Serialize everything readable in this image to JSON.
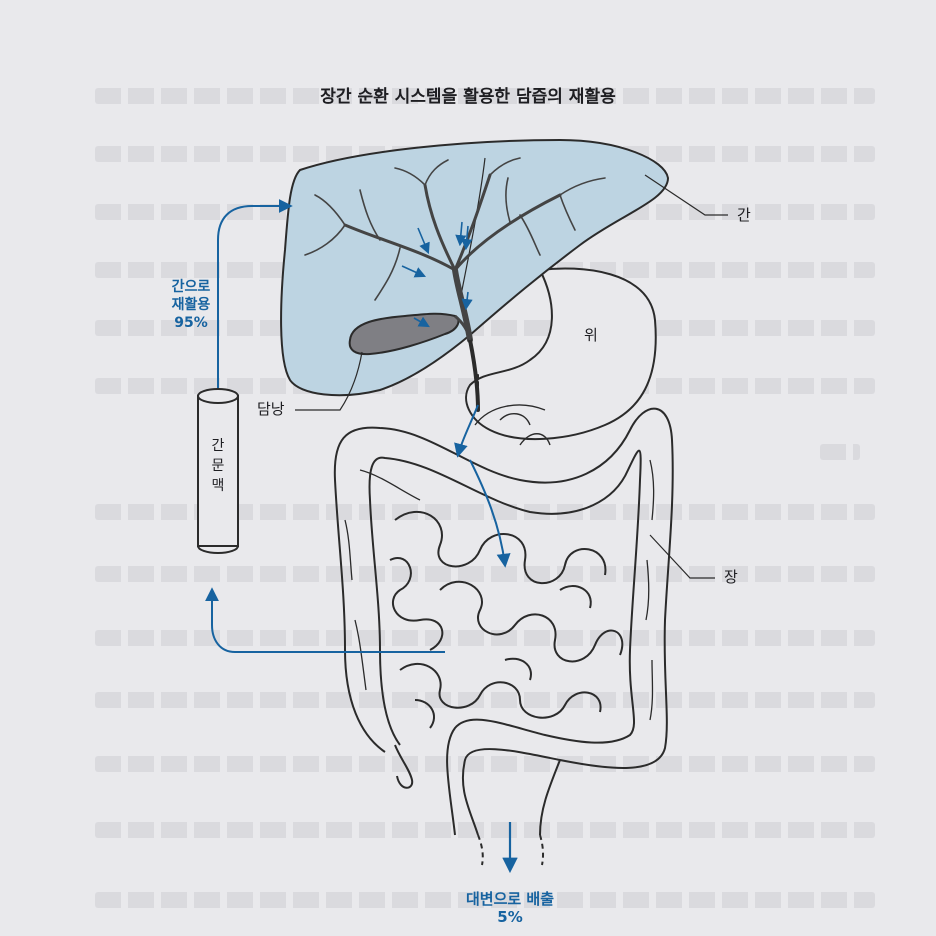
{
  "title": "장간 순환 시스템을 활용한 담즙의 재활용",
  "labels": {
    "liver": "간",
    "stomach": "위",
    "gallbladder": "담낭",
    "intestine": "장",
    "portal_vein": [
      "간",
      "문",
      "맥"
    ]
  },
  "recycle": {
    "line1": "간으로",
    "line2": "재활용",
    "percent": "95%"
  },
  "excrete": {
    "line1": "대변으로 배출",
    "percent": "5%"
  },
  "colors": {
    "accent": "#1763a0",
    "liver_fill": "#bdd4e2",
    "outline": "#2b2b2b"
  }
}
